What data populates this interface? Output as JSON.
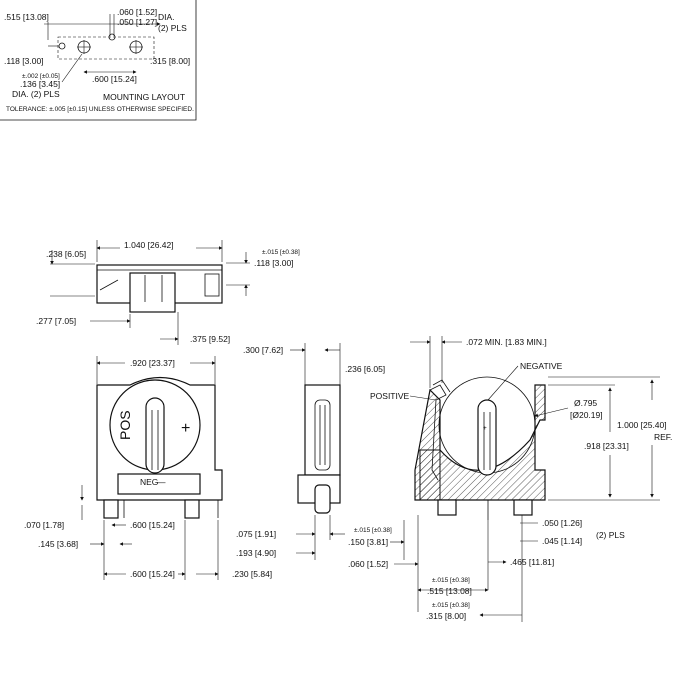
{
  "mounting": {
    "d1": ".515 [13.08]",
    "d2": ".060 [1.52]",
    "d3": ".050 [1.27]",
    "dia": "DIA.",
    "pls2": "(2) PLS",
    "d4": ".118 [3.00]",
    "d5": ".315 [8.00]",
    "tol1": "±.002 [±0.05]",
    "d6": ".136 [3.45]",
    "dia2": "DIA. (2) PLS",
    "d7": ".600 [15.24]",
    "title": "MOUNTING LAYOUT",
    "tolerance": "TOLERANCE: ±.005 [±0.15] UNLESS OTHERWISE SPECIFIED."
  },
  "top_view": {
    "d1": ".238 [6.05]",
    "d2": "1.040 [26.42]",
    "d3": "±.015 [±0.38]",
    "d4": ".118 [3.00]",
    "d5": ".277 [7.05]",
    "d6": ".375 [9.52]"
  },
  "front_view": {
    "d1": ".920 [23.37]",
    "pos": "POS",
    "plus": "+",
    "neg": "NEG",
    "minus": "—",
    "d2": ".070 [1.78]",
    "d3": ".600 [15.24]",
    "d4": ".145 [3.68]",
    "d5": ".600 [15.24]",
    "d6": ".230 [5.84]"
  },
  "side_view": {
    "d1": ".300 [7.62]",
    "d2": ".236 [6.05]",
    "d3": ".075 [1.91]",
    "d4": ".193 [4.90]"
  },
  "section_view": {
    "d1": ".072 MIN. [1.83 MIN.]",
    "negative": "NEGATIVE",
    "positive": "POSITIVE",
    "plus": "+",
    "d2": "Ø.795",
    "d2b": "[Ø20.19]",
    "d3": "1.000 [25.40]",
    "ref": "REF.",
    "d4": ".918 [23.31]",
    "d5": "±.015 [±0.38]",
    "d6": ".150 [3.81]",
    "d7": ".050 [1.26]",
    "d8": ".045 [1.14]",
    "pls2": "(2) PLS",
    "d9": ".060 [1.52]",
    "d10": ".465 [11.81]",
    "d11": "±.015 [±0.38]",
    "d12": ".515 [13.08]",
    "d13": "±.015 [±0.38]",
    "d14": ".315 [8.00]"
  }
}
